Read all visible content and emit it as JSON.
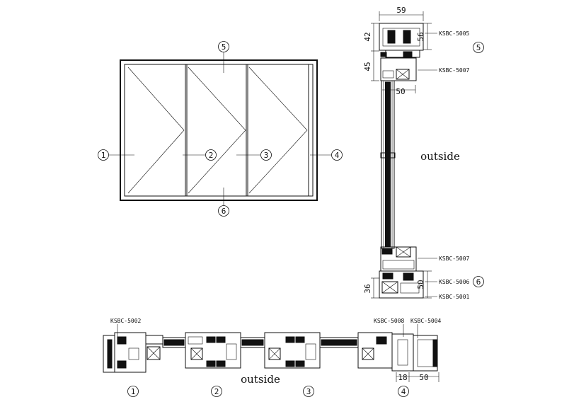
{
  "elevation": {
    "callouts": [
      "1",
      "2",
      "3",
      "4",
      "5",
      "6"
    ]
  },
  "section_vertical": {
    "dims": {
      "width_top": "59",
      "top_left_42": "42",
      "top_right_56": "56",
      "left_45": "45",
      "glass_50": "50",
      "bottom_left_36": "36",
      "bottom_right_50": "50"
    },
    "codes": {
      "top": "KSBC-5005",
      "upper_sash": "KSBC-5007",
      "lower_sash": "KSBC-5007",
      "bottom_sash": "KSBC-5006",
      "bottom_frame": "KSBC-5001"
    },
    "callouts": {
      "top": "5",
      "bottom": "6"
    },
    "outside_label": "outside"
  },
  "section_horizontal": {
    "codes": {
      "left": "KSBC-5002",
      "right_a": "KSBC-5008",
      "right_b": "KSBC-5004"
    },
    "dims": {
      "d18": "18",
      "d50": "50"
    },
    "outside_label": "outside",
    "callouts": [
      "1",
      "2",
      "3",
      "4"
    ]
  }
}
